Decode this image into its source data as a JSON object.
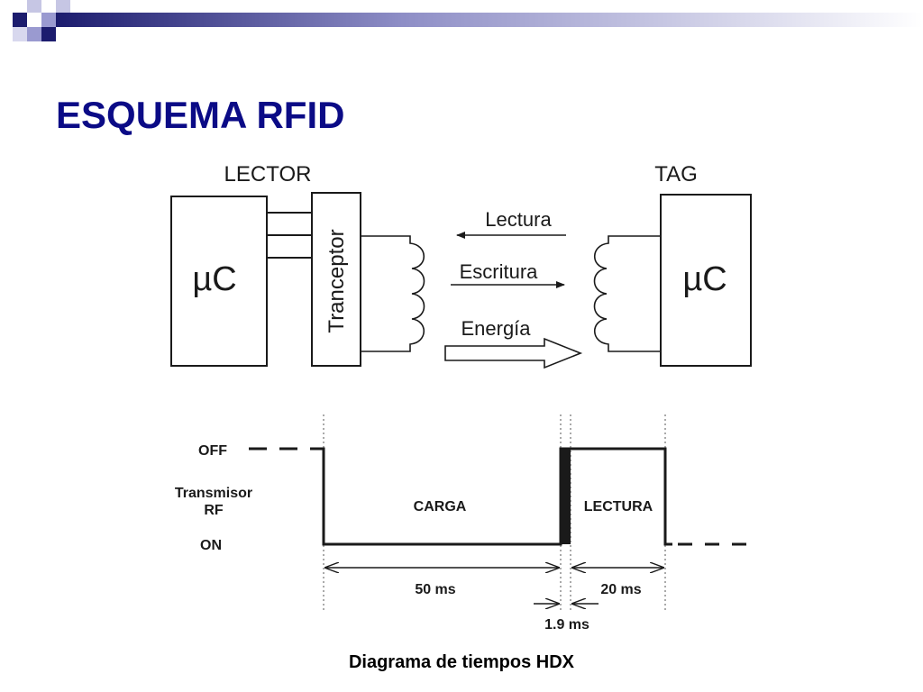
{
  "slide": {
    "title": "ESQUEMA RFID",
    "caption": "Diagrama de tiempos HDX"
  },
  "block_diagram": {
    "reader_label": "LECTOR",
    "tag_label": "TAG",
    "reader_mcu": "µC",
    "tag_mcu": "µC",
    "transceiver": "Tranceptor",
    "arrows": {
      "read": "Lectura",
      "write": "Escritura",
      "energy": "Energía"
    }
  },
  "timing": {
    "level_off": "OFF",
    "signal_name_1": "Transmisor",
    "signal_name_2": "RF",
    "level_on": "ON",
    "phase_charge": "CARGA",
    "phase_read": "LECTURA",
    "dur_charge": "50 ms",
    "dur_read": "20 ms",
    "dur_gap": "1.9 ms"
  },
  "colors": {
    "title": "#0b0b86",
    "deco_dark": "#1c1c6e",
    "deco_light": "#9a9ad0",
    "line": "#1a1a1a"
  }
}
